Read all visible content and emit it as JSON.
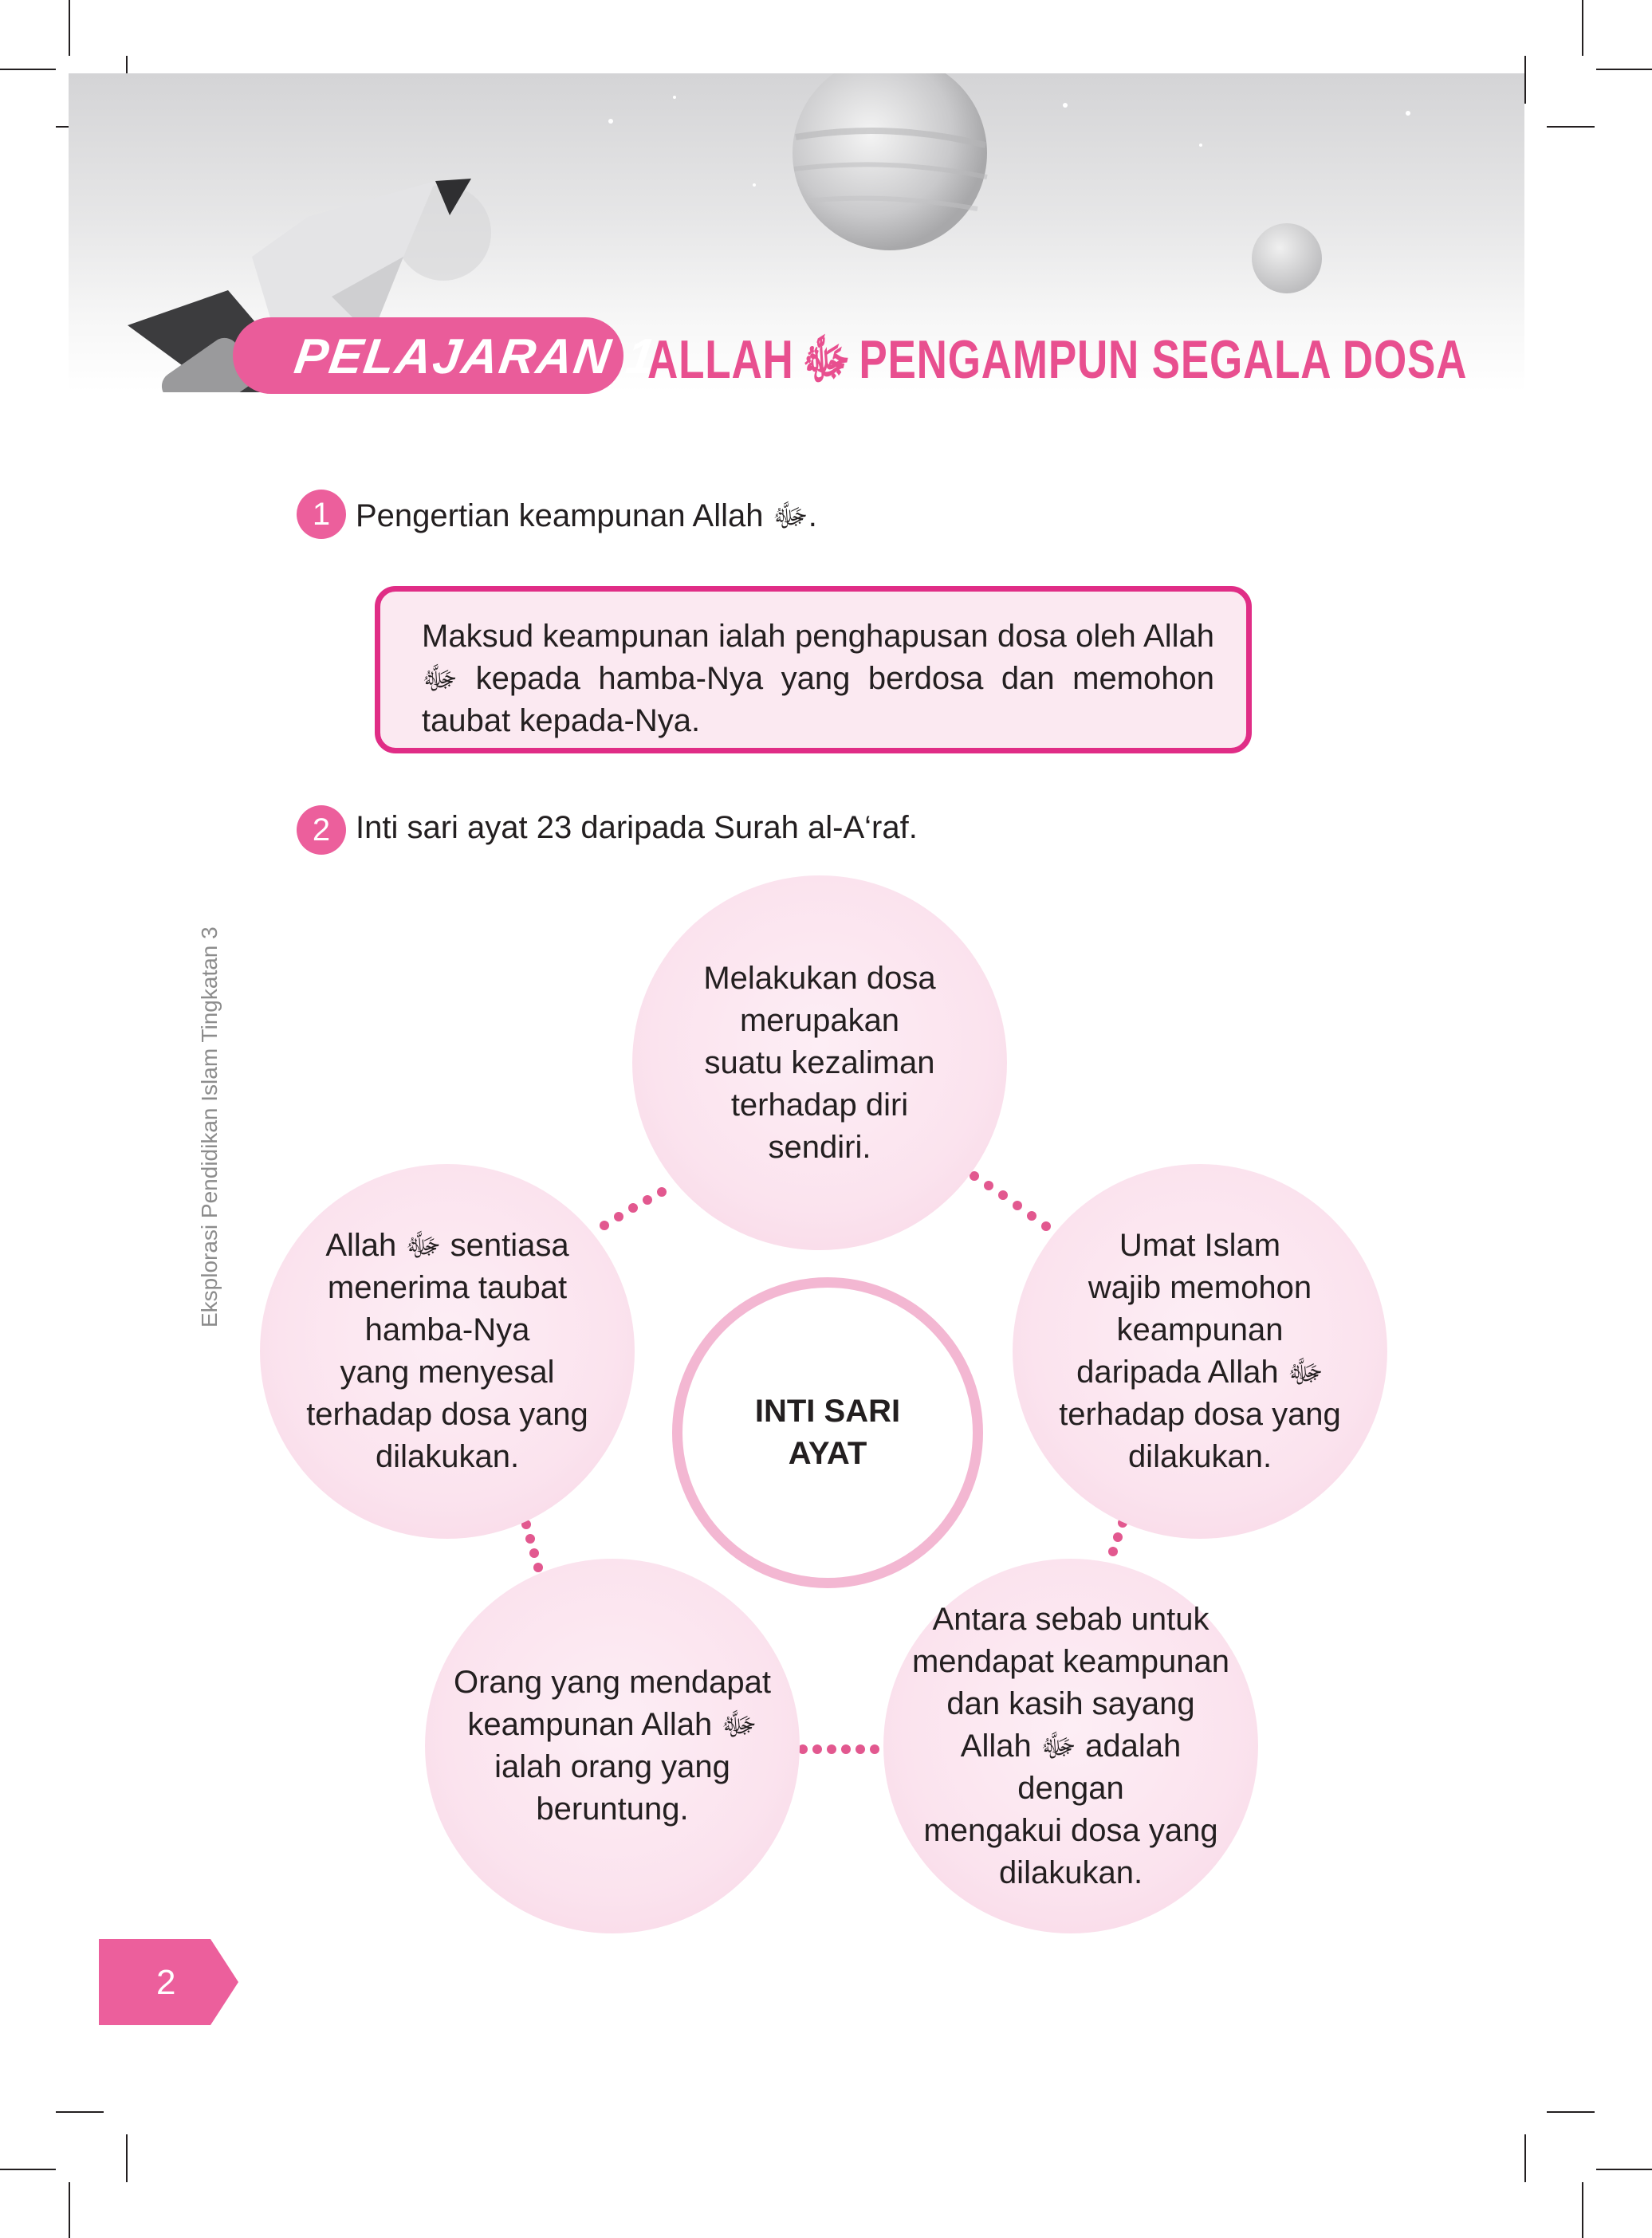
{
  "lesson": {
    "label": "PELAJARAN 1",
    "title_part1": "ALLAH",
    "title_symbol": "ﷻ",
    "title_part2": "PENGAMPUN SEGALA DOSA"
  },
  "section1": {
    "number": "1",
    "heading": "Pengertian keampunan Allah ﷻ.",
    "definition": "Maksud keampunan ialah penghapusan dosa oleh Allah ﷻ kepada hamba-Nya yang berdosa dan memohon taubat kepada-Nya."
  },
  "section2": {
    "number": "2",
    "heading": "Inti sari ayat 23 daripada Surah al-A‘raf.",
    "center": "INTI SARI\nAYAT",
    "points": [
      "Melakukan dosa\nmerupakan\nsuatu kezaliman\nterhadap diri\nsendiri.",
      "Umat Islam\nwajib memohon\nkeampunan\ndaripada Allah ﷻ\nterhadap dosa yang\ndilakukan.",
      "Antara sebab untuk\nmendapat keampunan\ndan kasih sayang\nAllah ﷻ adalah dengan\nmengakui dosa yang\ndilakukan.",
      "Orang yang mendapat\nkeampunan Allah ﷻ\nialah orang yang\nberuntung.",
      "Allah ﷻ sentiasa\nmenerima taubat\nhamba-Nya\nyang menyesal\nterhadap dosa yang\ndilakukan."
    ]
  },
  "sidebar": {
    "book_title": "Eksplorasi Pendidikan Islam Tingkatan 3"
  },
  "footer": {
    "page_number": "2"
  },
  "colors": {
    "accent": "#ea5c9a",
    "accent_dark": "#e02d86",
    "light_pink": "#fbe9f1"
  },
  "icons": [
    "space-shuttle-illustration",
    "planet-illustration",
    "dotted-connector"
  ]
}
